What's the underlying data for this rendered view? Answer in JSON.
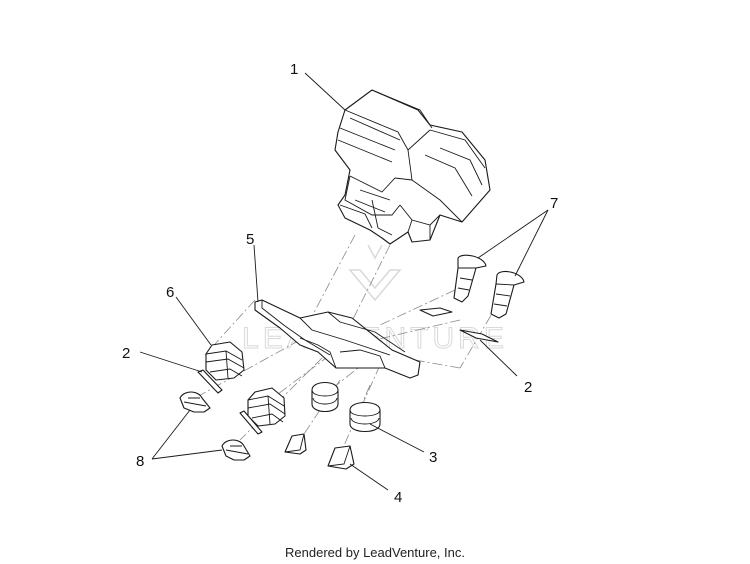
{
  "watermark": {
    "brand": "LEADVENTURE"
  },
  "callouts": [
    "1",
    "2",
    "2",
    "3",
    "4",
    "5",
    "6",
    "7",
    "8"
  ],
  "footer": {
    "credit": "Rendered by LeadVenture, Inc."
  },
  "colors": {
    "line": "#1a1a1a",
    "centerline": "#8a8a8a",
    "watermark": "#d9d9d9",
    "background": "#ffffff"
  }
}
